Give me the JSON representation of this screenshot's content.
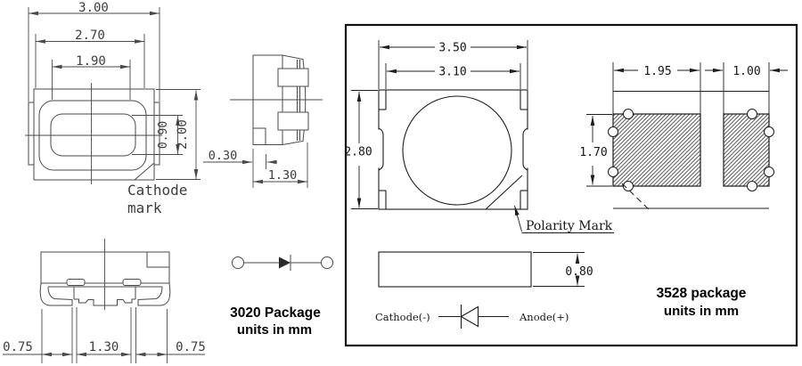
{
  "colors": {
    "background": "#ffffff",
    "left_drawing_lines": "#4a4a4a",
    "right_drawing_lines": "#1d1d1d",
    "text": "#161616"
  },
  "left_drawing": {
    "title": "3020 Package",
    "units": "units in mm",
    "cathode_mark_line1": "Cathode",
    "cathode_mark_line2": "mark",
    "dims": {
      "overall_width": "3.00",
      "body_width": "2.70",
      "emitter_width": "1.90",
      "emitter_height": "0.90",
      "body_height": "2.00",
      "notch_width": "0.30",
      "lead_length": "1.30",
      "pad_left": "0.75",
      "pad_center": "1.30",
      "pad_right": "0.75"
    }
  },
  "right_drawing": {
    "title": "3528 package",
    "units": "units in mm",
    "polarity_label": "Polarity Mark",
    "cathode_label": "Cathode(-)",
    "anode_label": "Anode(+)",
    "dims": {
      "overall_width": "3.50",
      "top_width": "3.10",
      "body_height": "2.80",
      "thickness": "0.80",
      "pad_left_width": "1.95",
      "pad_right_width": "1.00",
      "pad_height": "1.70"
    }
  }
}
